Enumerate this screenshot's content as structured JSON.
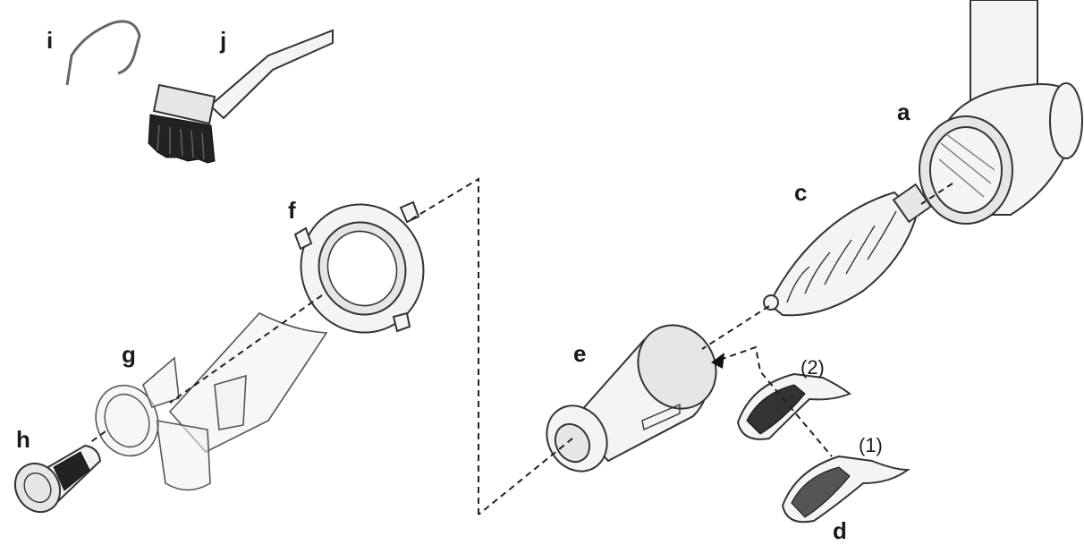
{
  "labels": {
    "a": "a",
    "c": "c",
    "d": "d",
    "e": "e",
    "f": "f",
    "g": "g",
    "h": "h",
    "i": "i",
    "j": "j",
    "d_variant_1": "(1)",
    "d_variant_2": "(2)"
  }
}
